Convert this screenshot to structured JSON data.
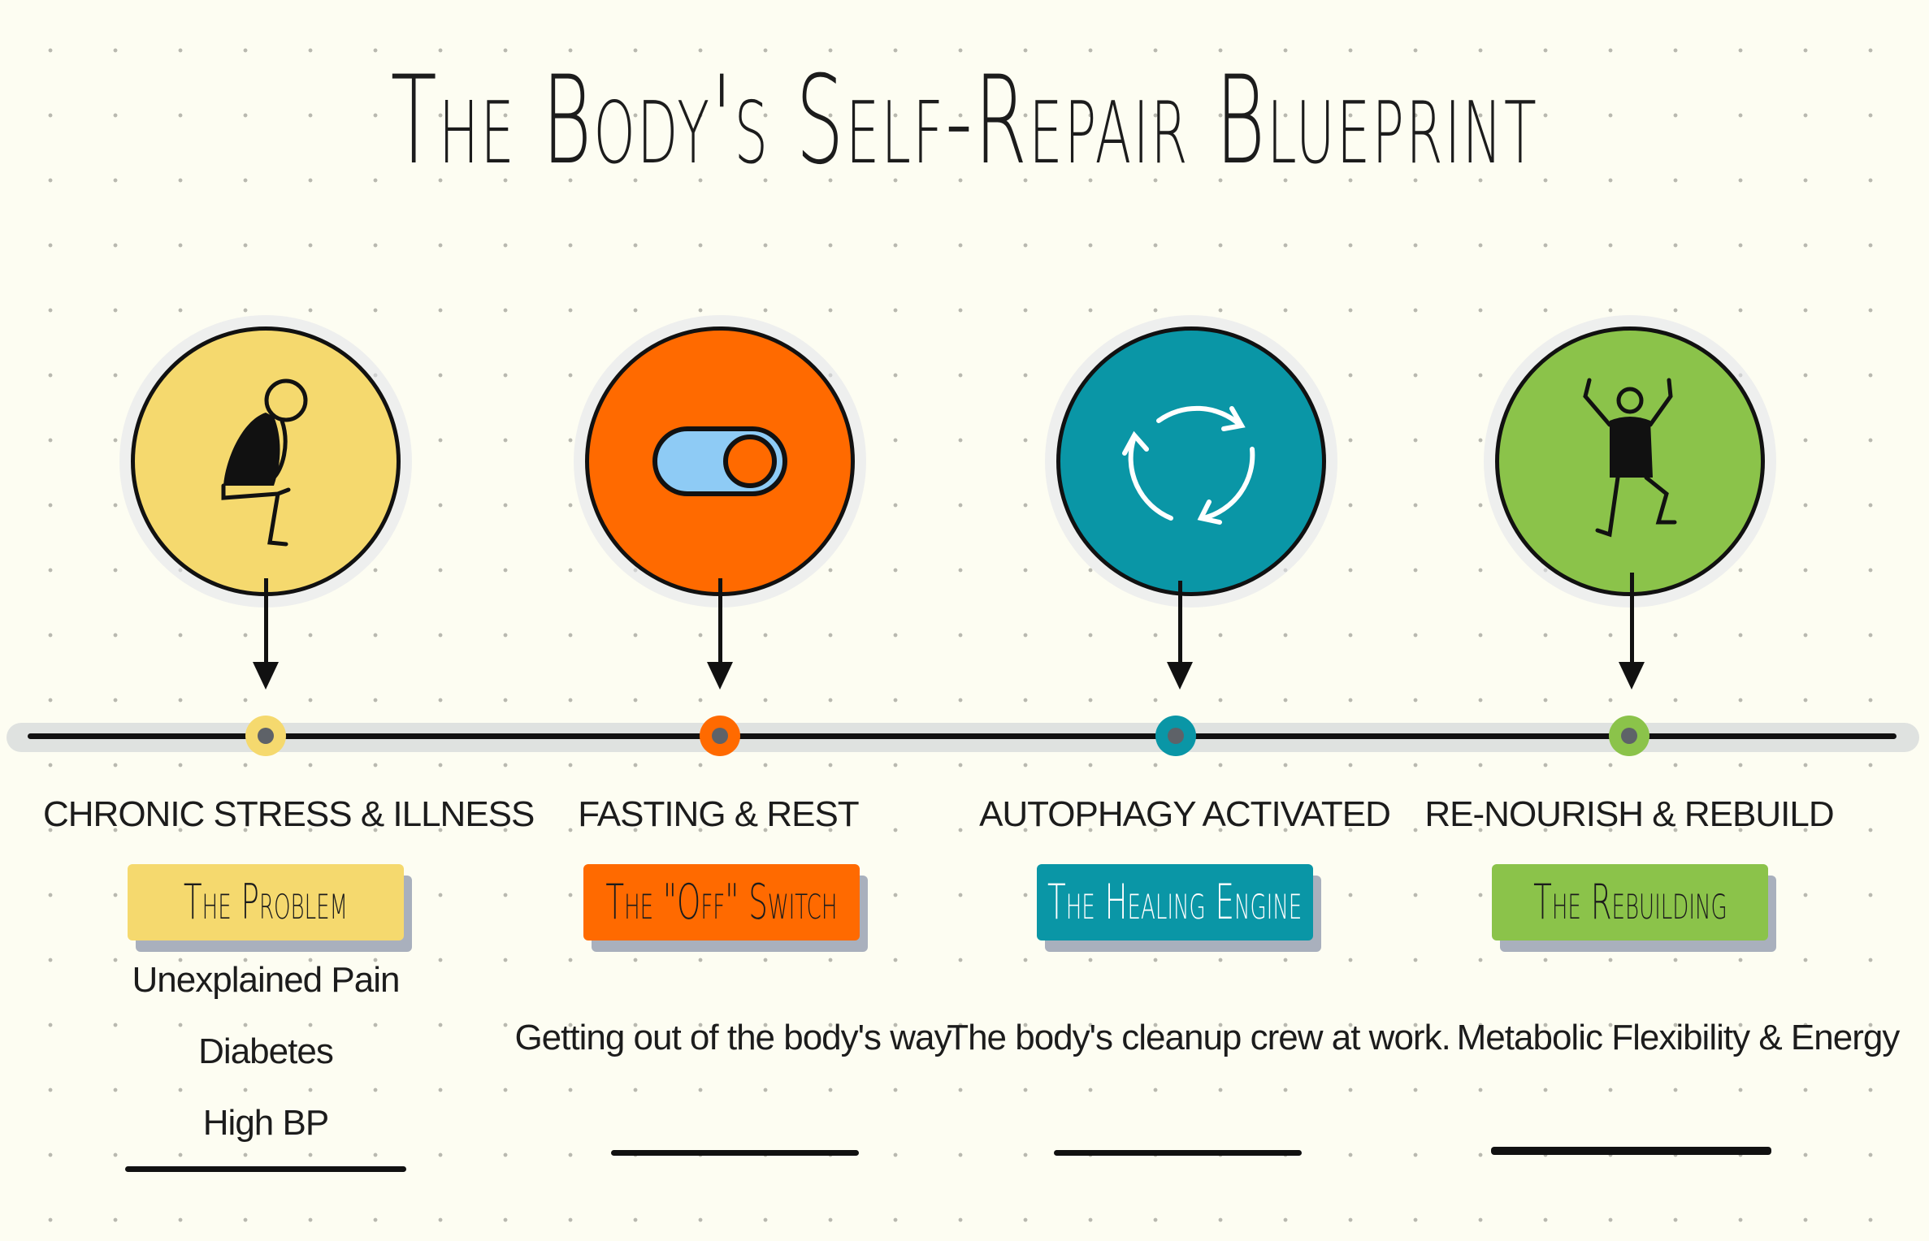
{
  "title": "The Body's Self-Repair Blueprint",
  "colors": {
    "yellow": "#f5d96e",
    "orange": "#ff6a00",
    "teal": "#0a96a6",
    "green": "#8bc34a",
    "background": "#fdfdf2"
  },
  "stages": [
    {
      "label": "CHRONIC STRESS & ILLNESS",
      "badge": "The Problem",
      "icon": "hunched-person-icon",
      "descriptions": [
        "Unexplained Pain",
        "Diabetes",
        "High BP"
      ]
    },
    {
      "label": "FASTING & REST",
      "badge": "The \"Off\" Switch",
      "icon": "toggle-switch-icon",
      "descriptions": [
        "Getting out of the body's way"
      ]
    },
    {
      "label": "AUTOPHAGY ACTIVATED",
      "badge": "The Healing Engine",
      "icon": "recycle-arrows-icon",
      "descriptions": [
        "The body's cleanup crew at work."
      ]
    },
    {
      "label": "RE-NOURISH & REBUILD",
      "badge": "The Rebuilding",
      "icon": "jumping-person-icon",
      "descriptions": [
        "Metabolic Flexibility & Energy"
      ]
    }
  ]
}
